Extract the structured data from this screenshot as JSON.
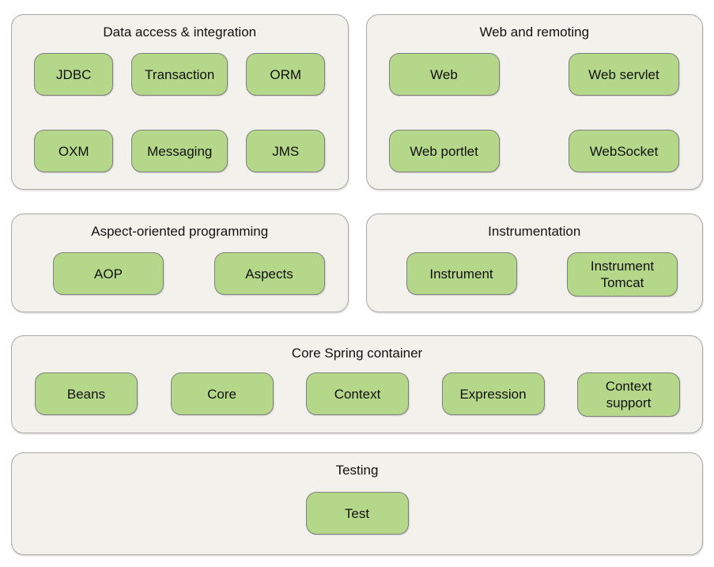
{
  "colors": {
    "page_bg": "#ffffff",
    "container_bg": "#f2f1ec",
    "container_border": "#a9a8a4",
    "module_bg": "#b5d78a",
    "module_border": "#7f7f7f",
    "text": "#111111"
  },
  "sections": {
    "data_access": {
      "title": "Data access & integration",
      "modules": [
        "JDBC",
        "Transaction",
        "ORM",
        "OXM",
        "Messaging",
        "JMS"
      ]
    },
    "web": {
      "title": "Web and remoting",
      "modules": [
        "Web",
        "Web servlet",
        "Web portlet",
        "WebSocket"
      ]
    },
    "aop": {
      "title": "Aspect-oriented programming",
      "modules": [
        "AOP",
        "Aspects"
      ]
    },
    "instrumentation": {
      "title": "Instrumentation",
      "modules": [
        "Instrument",
        "Instrument Tomcat"
      ]
    },
    "core": {
      "title": "Core Spring container",
      "modules": [
        "Beans",
        "Core",
        "Context",
        "Expression",
        "Context support"
      ]
    },
    "testing": {
      "title": "Testing",
      "modules": [
        "Test"
      ]
    }
  }
}
